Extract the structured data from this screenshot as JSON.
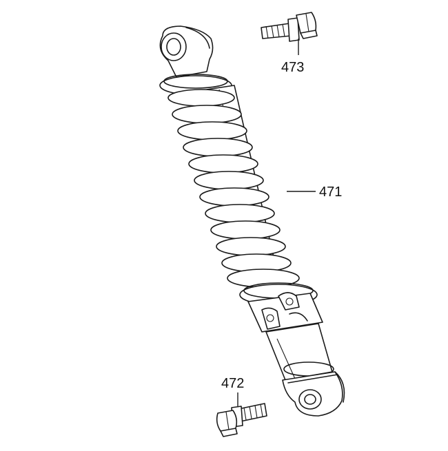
{
  "diagram": {
    "callouts": [
      {
        "id": "473",
        "label": "473"
      },
      {
        "id": "471",
        "label": "471"
      },
      {
        "id": "472",
        "label": "472"
      }
    ],
    "colors": {
      "line": "#1a1a1a",
      "background": "#ffffff"
    }
  }
}
